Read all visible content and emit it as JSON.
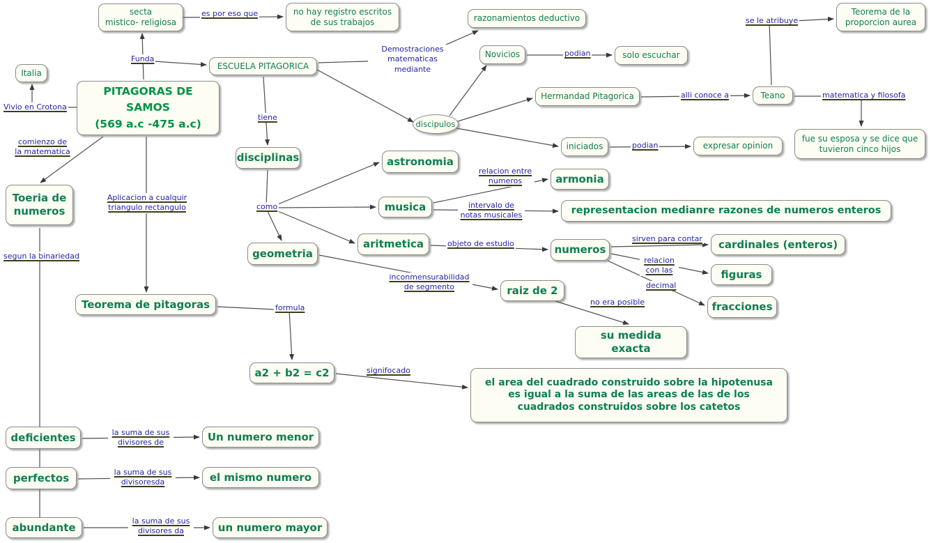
{
  "colors": {
    "node_text": "#0e7e52",
    "node_title_text": "#009245",
    "label_text": "#2323a8",
    "node_bg": "#fdfdf4",
    "node_border": "#8a8a8a",
    "connector_line": "#4d4d4d"
  },
  "nodes": {
    "secta": "secta\nmistico- religiosa",
    "noregistro": "no hay registro escritos\nde sus trabajos",
    "razonamientos": "razonamientos deductivo",
    "teorema_aurea": "Teorema de la\nproporcion aurea",
    "italia": "Italia",
    "pitagoras": "PITAGORAS DE SAMOS\n(569 a.c -475 a.c)",
    "escuela": "ESCUELA PITAGORICA",
    "novicios": "Novicios",
    "solo_escuchar": "solo escuchar",
    "hermandad": "Hermandad Pitagorica",
    "teano": "Teano",
    "discipulos": "discipulos",
    "iniciados": "iniciados",
    "expresar": "expresar opinion",
    "esposa": "fue su esposa y se dice que\ntuvieron cinco hijos",
    "disciplinas": "disciplinas",
    "astronomia": "astronomia",
    "armonia": "armonia",
    "musica": "musica",
    "representacion": "representacion medianre razones de numeros enteros",
    "aritmetica": "aritmetica",
    "numeros": "numeros",
    "cardinales": "cardinales (enteros)",
    "geometria": "geometria",
    "figuras": "figuras",
    "raiz2": "raiz de 2",
    "fracciones": "fracciones",
    "medida": "su medida exacta",
    "teorema_pit": "Teorema de pitagoras",
    "formula_node": "a2 + b2 = c2",
    "significado": "el area del cuadrado construido sobre la hipotenusa\nes igual a la suma de las areas de las de los\ncuadrados construidos sobre los catetos",
    "teoria_numeros": "Toeria de\nnumeros",
    "deficientes": "deficientes",
    "menor": "Un numero menor",
    "perfectos": "perfectos",
    "mismo": "el mismo numero",
    "abundante": "abundante",
    "mayor": "un numero mayor"
  },
  "labels": {
    "es_por_eso": "es por eso que",
    "funda": "Funda",
    "vivio": "Vivio en Crotona",
    "comienzo": "comienzo de\nla matematica",
    "demostraciones": "Demostraciones\nmatematicas mediante",
    "podian1": "podian",
    "alli_conoce": "alli conoce a",
    "se_le_atribuye": "se le atribuye",
    "mat_filosofa": "matematica y filosofa",
    "tiene": "tiene",
    "podian2": "podian",
    "relacion_entre": "relacion entre\nnumeros",
    "intervalo": "intervalo de\nnotas musicales",
    "como": "como",
    "objeto": "objeto de estudio",
    "sirven": "sirven para contar",
    "relacion_con": "relacion\ncon las",
    "decimal": "decimal",
    "inconmensurabilidad": "inconmensurabilidad\nde segmento",
    "no_era_posible": "no era posible",
    "aplicacion": "Aplicacion a cualquir\ntriangulo rectangulo",
    "binariedad": "segun la binariedad",
    "formula": "formula",
    "signifocado": "signifocado",
    "suma_de": "la suma de sus\ndivisores de",
    "suma_da2": "la suma de sus\ndivisoresda",
    "suma_da3": "la suma de sus\ndivisores da"
  }
}
